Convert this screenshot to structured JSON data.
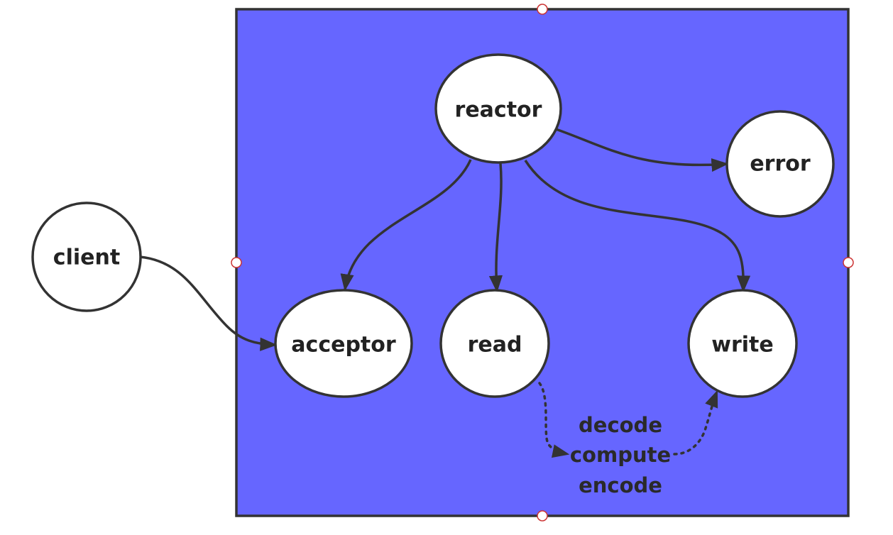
{
  "colors": {
    "container_fill": "#6666ff",
    "stroke": "#333333",
    "node_fill": "#ffffff",
    "handle_stroke": "#cc3333"
  },
  "nodes": {
    "client": "client",
    "reactor": "reactor",
    "error": "error",
    "acceptor": "acceptor",
    "read": "read",
    "write": "write"
  },
  "process_label": {
    "line1": "decode",
    "line2": "compute",
    "line3": "encode"
  }
}
